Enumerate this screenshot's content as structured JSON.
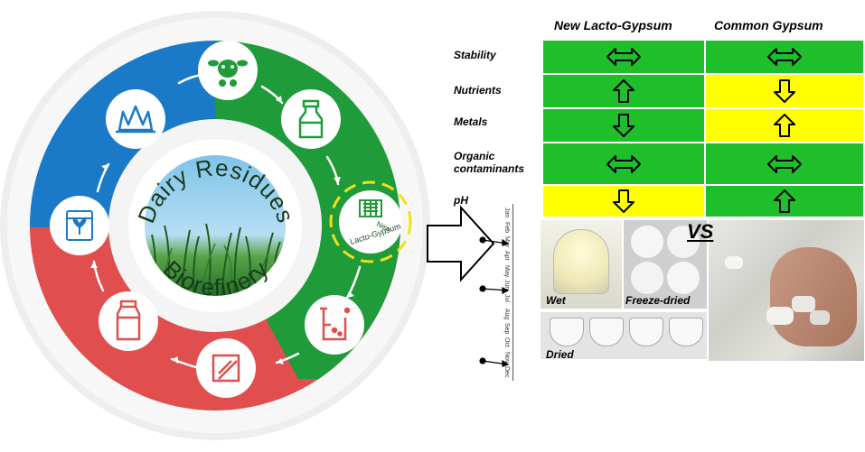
{
  "diagram": {
    "center_title_top": "Dairy Residues",
    "center_title_bottom": "Biorefinery",
    "new_product_top": "New",
    "new_product_bottom": "Lacto-Gypsum",
    "colors": {
      "blue": "#1a7ac8",
      "green": "#1f9b3a",
      "red": "#e04e4e",
      "highlight": "#f2e11a"
    },
    "cycle_icons": [
      "seedling-icon",
      "grass-icon",
      "cow-icon",
      "milk-can-icon",
      "lacto-gypsum-icon",
      "beaker-icon",
      "pad-icon",
      "milk-carton-icon"
    ]
  },
  "comparison": {
    "columns": [
      "New Lacto-Gypsum",
      "Common Gypsum"
    ],
    "rows": [
      {
        "label": "Stability",
        "new": {
          "arrow": "both",
          "color": "green"
        },
        "common": {
          "arrow": "both",
          "color": "green"
        }
      },
      {
        "label": "Nutrients",
        "new": {
          "arrow": "up",
          "color": "green"
        },
        "common": {
          "arrow": "down",
          "color": "yellow"
        }
      },
      {
        "label": "Metals",
        "new": {
          "arrow": "down",
          "color": "green"
        },
        "common": {
          "arrow": "up",
          "color": "yellow"
        }
      },
      {
        "label": "Organic contaminants",
        "new": {
          "arrow": "both",
          "color": "green"
        },
        "common": {
          "arrow": "both",
          "color": "green"
        }
      },
      {
        "label": "pH",
        "new": {
          "arrow": "down",
          "color": "yellow"
        },
        "common": {
          "arrow": "up",
          "color": "green"
        }
      }
    ],
    "cell_colors": {
      "green": "#1fbf2c",
      "yellow": "#ffff00"
    }
  },
  "photos": {
    "vs_label": "VS",
    "wet_label": "Wet",
    "freeze_dried_label": "Freeze-dried",
    "dried_label": "Dried"
  },
  "timeline": {
    "months": [
      "Jan",
      "Feb",
      "Mar",
      "Apr",
      "May",
      "Jun",
      "Jul",
      "Aug",
      "Sep",
      "Oct",
      "Nov",
      "Dec"
    ]
  }
}
